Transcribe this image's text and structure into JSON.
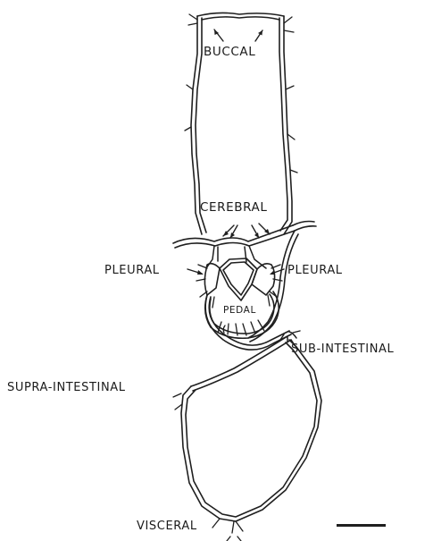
{
  "labels": {
    "buccal": "BUCCAL",
    "cerebral": "CEREBRAL",
    "pleural_left": "PLEURAL",
    "pleural_right": "PLEURAL",
    "pedal": "PEDAL",
    "sub_intestinal": "SUB-INTESTINAL",
    "supra_intestinal": "SUPRA-INTESTINAL",
    "visceral": "VISCERAL"
  },
  "colors": {
    "ink": "#1f1f1f",
    "background": "#ffffff"
  },
  "icons": [
    "arrow-icon",
    "scale-bar"
  ]
}
